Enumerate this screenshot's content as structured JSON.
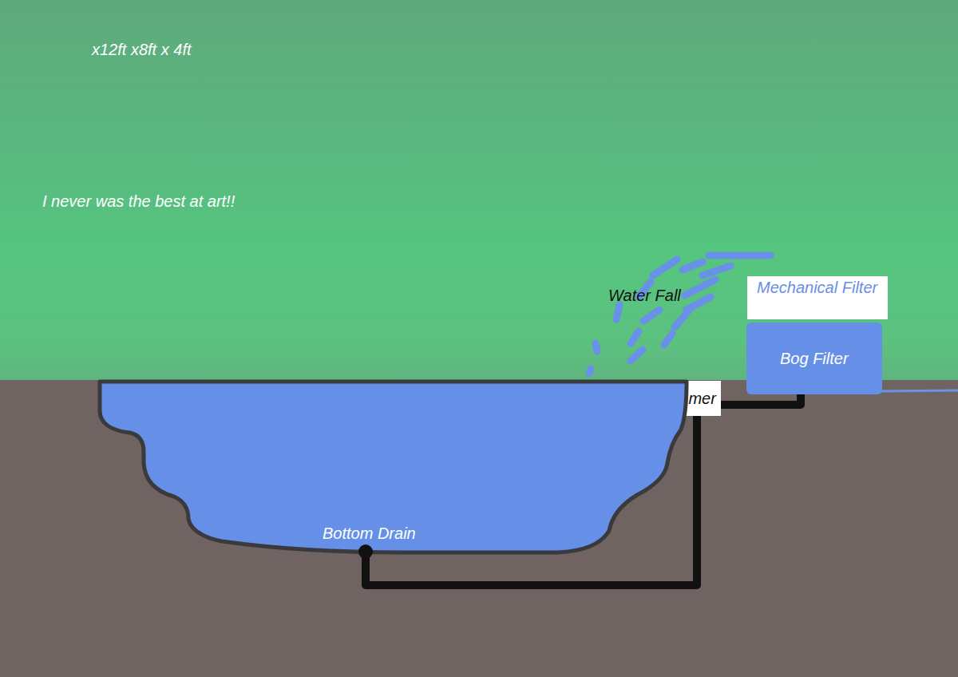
{
  "diagram": {
    "nodes": [
      {
        "text": [
          "Mechanical Filter"
        ]
      },
      {
        "text": [
          "Bog Filter"
        ]
      },
      {
        "text": [
          "Skimmer"
        ]
      },
      {
        "text": [
          "Bottom Drain"
        ]
      }
    ],
    "edges": [
      {
        "from": 3,
        "to": 2,
        "arrow": "none"
      },
      {
        "from": 2,
        "to": 1,
        "arrow": "none"
      }
    ],
    "labels": [
      "x12ft x8ft x 4ft",
      "I never was the best at art!!",
      "Water Fall"
    ]
  }
}
